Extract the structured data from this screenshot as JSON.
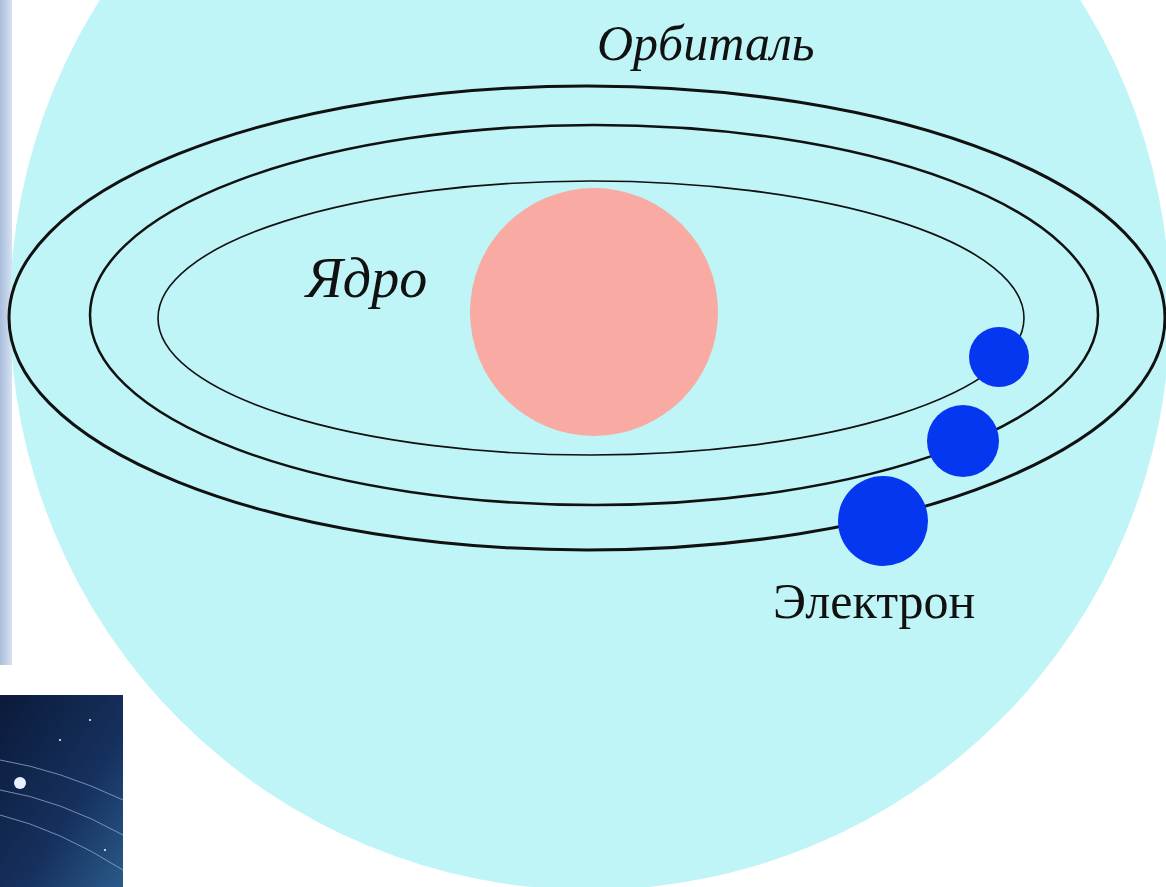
{
  "diagram": {
    "labels": [
      "Орбиталь",
      "Ядро",
      "Электрон"
    ]
  }
}
